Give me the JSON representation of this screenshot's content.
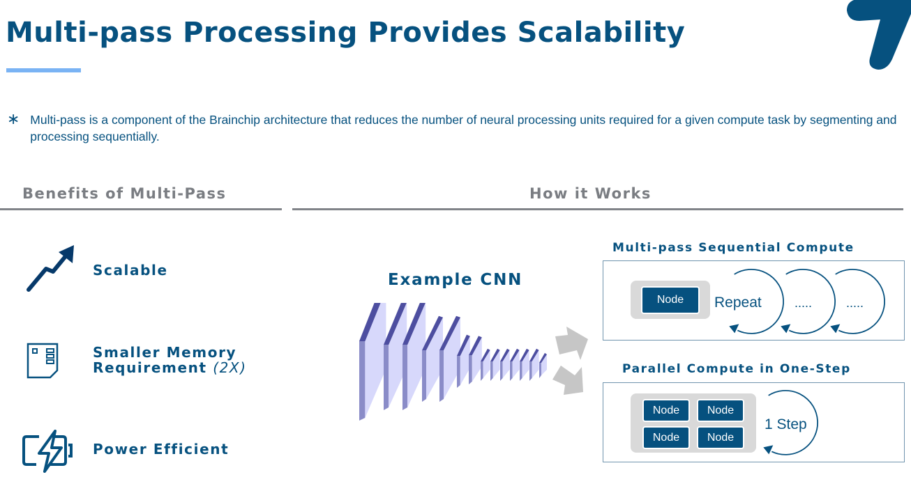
{
  "header": {
    "title": "Multi-pass Processing Provides Scalability"
  },
  "intro": {
    "bullet_icon": "asterisk-icon",
    "bullet_glyph": "∗",
    "text": "Multi-pass is a component of the Brainchip architecture that reduces the number of neural processing units required for a given compute task by segmenting and processing sequentially."
  },
  "sections": {
    "benefits_heading": "Benefits of Multi-Pass",
    "how_heading": "How it Works"
  },
  "benefits": [
    {
      "icon": "trend-up-arrow-icon",
      "label": "Scalable"
    },
    {
      "icon": "memory-card-icon",
      "label_line1": "Smaller Memory",
      "label_line2": "Requirement",
      "label_emphasis": "(2X)"
    },
    {
      "icon": "battery-bolt-icon",
      "label": "Power Efficient"
    }
  ],
  "diagram": {
    "cnn_title": "Example CNN",
    "sequential": {
      "title": "Multi-pass Sequential Compute",
      "node_label": "Node",
      "loops": [
        "Repeat",
        ".....",
        "....."
      ]
    },
    "parallel": {
      "title": "Parallel Compute in One-Step",
      "node_labels": [
        "Node",
        "Node",
        "Node",
        "Node"
      ],
      "loop_label": "1 Step"
    }
  },
  "colors": {
    "brand_blue": "#06517f",
    "accent_light_blue": "#7ab3f4",
    "heading_gray": "#7a7d82",
    "tray_gray": "#d9d9d9",
    "cnn_face": "#d7d8fb",
    "cnn_top": "#4d4ea0",
    "cnn_side": "#8a8cc8",
    "arrow_gray": "#c6c6c6"
  }
}
